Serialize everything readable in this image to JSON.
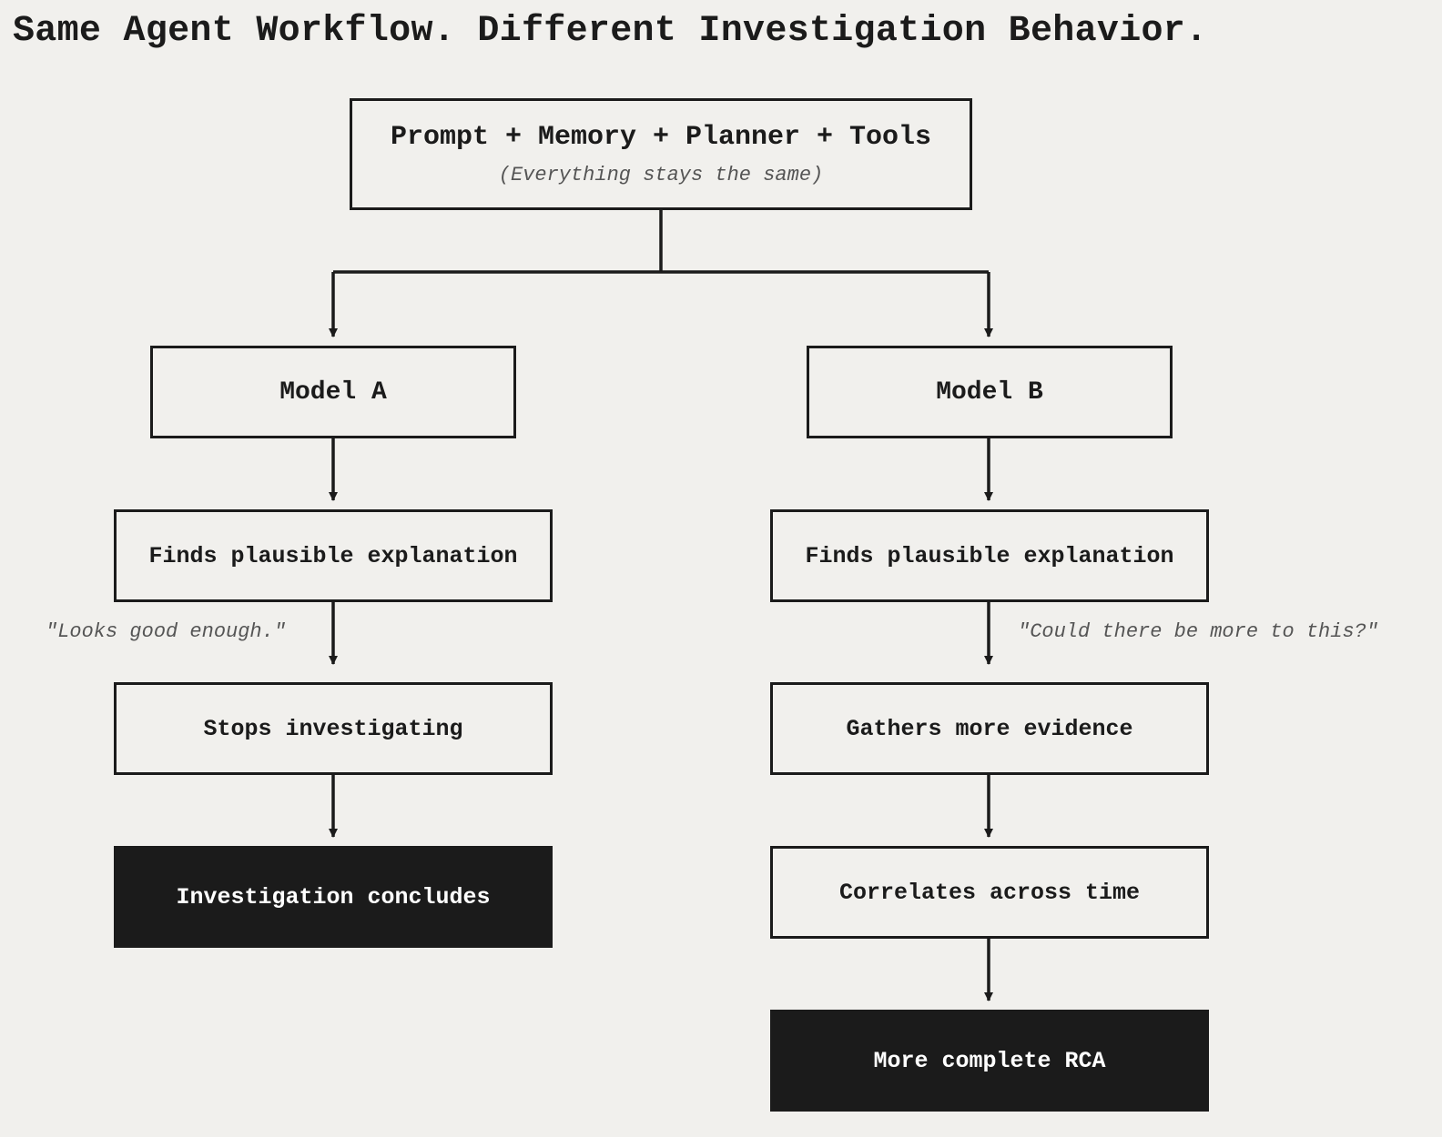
{
  "title": "Same Agent Workflow. Different Investigation Behavior.",
  "top": {
    "main": "Prompt + Memory + Planner + Tools",
    "sub": "(Everything stays the same)"
  },
  "left": {
    "model": "Model A",
    "step1": "Finds plausible explanation",
    "note": "\"Looks good enough.\"",
    "step2": "Stops investigating",
    "result": "Investigation concludes"
  },
  "right": {
    "model": "Model B",
    "step1": "Finds plausible explanation",
    "note": "\"Could there be more to this?\"",
    "step2": "Gathers more evidence",
    "step3": "Correlates across time",
    "result": "More complete RCA"
  },
  "colors": {
    "background": "#f1f0ed",
    "ink": "#1b1b1b",
    "annotation": "#555555"
  }
}
